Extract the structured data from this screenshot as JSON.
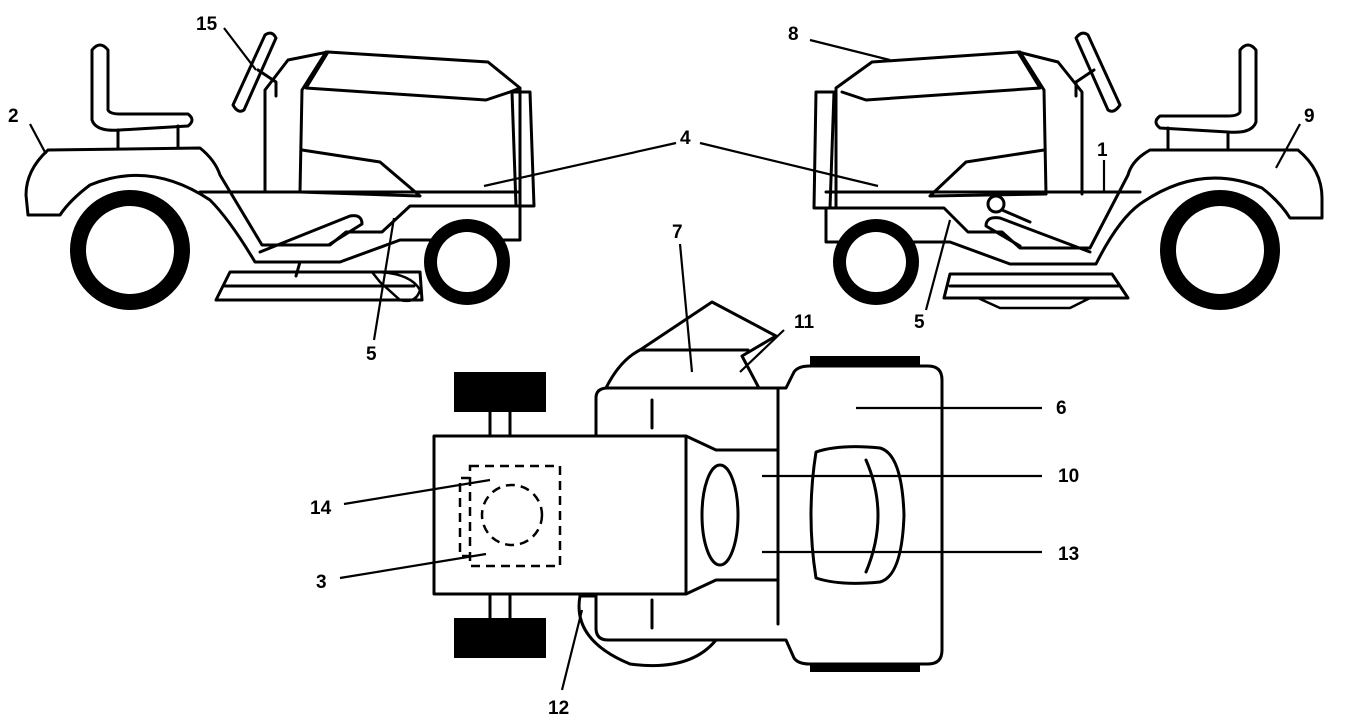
{
  "diagram": {
    "callouts": {
      "c1": "1",
      "c2": "2",
      "c3": "3",
      "c4": "4",
      "c5a": "5",
      "c5b": "5",
      "c6": "6",
      "c7": "7",
      "c8": "8",
      "c9": "9",
      "c10": "10",
      "c11": "11",
      "c12": "12",
      "c13": "13",
      "c14": "14",
      "c15": "15"
    }
  }
}
